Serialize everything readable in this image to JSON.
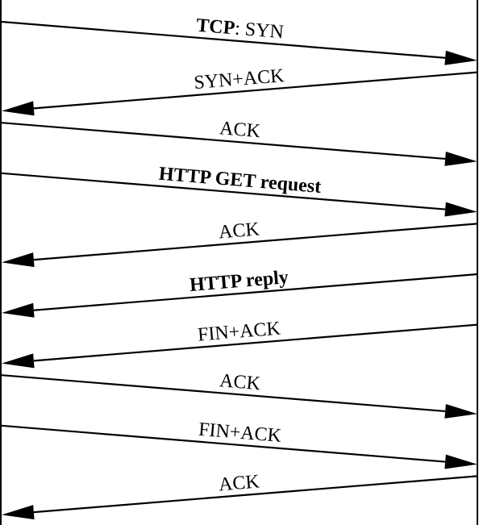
{
  "diagram": {
    "colors": {
      "line": "#000000",
      "background": "#ffffff"
    },
    "messages": [
      {
        "label_bold": "TCP",
        "label": ": SYN",
        "direction": "right"
      },
      {
        "label_bold": "",
        "label": "SYN+ACK",
        "direction": "left"
      },
      {
        "label_bold": "",
        "label": "ACK",
        "direction": "right"
      },
      {
        "label_bold": "HTTP GET request",
        "label": "",
        "direction": "right"
      },
      {
        "label_bold": "",
        "label": "ACK",
        "direction": "left"
      },
      {
        "label_bold": "HTTP reply",
        "label": "",
        "direction": "left"
      },
      {
        "label_bold": "",
        "label": "FIN+ACK",
        "direction": "left"
      },
      {
        "label_bold": "",
        "label": "ACK",
        "direction": "right"
      },
      {
        "label_bold": "",
        "label": "FIN+ACK",
        "direction": "right"
      },
      {
        "label_bold": "",
        "label": "ACK",
        "direction": "left"
      }
    ]
  }
}
